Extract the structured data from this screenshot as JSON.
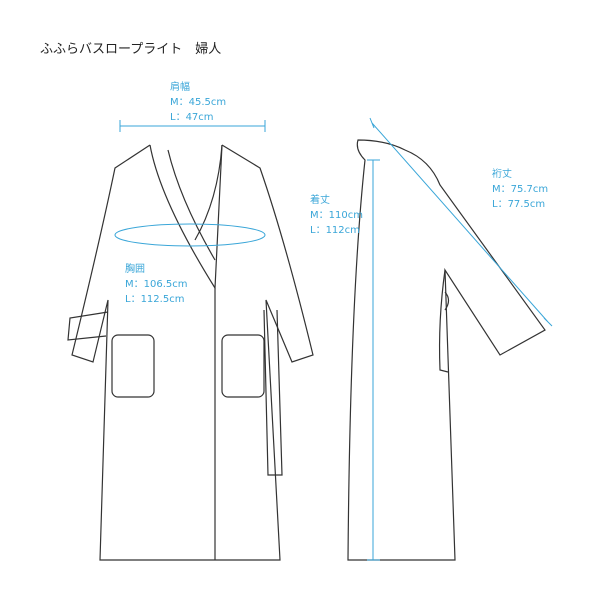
{
  "title": "ふふらバスロープライト　婦人",
  "measurements": {
    "shoulder": {
      "label": "肩幅",
      "m": "M：45.5cm",
      "l": "L：47cm"
    },
    "chest": {
      "label": "胸囲",
      "m": "M：106.5cm",
      "l": "L：112.5cm"
    },
    "length": {
      "label": "着丈",
      "m": "M：110cm",
      "l": "L：112cm"
    },
    "sleeve": {
      "label": "裄丈",
      "m": "M：75.7cm",
      "l": "L：77.5cm"
    }
  },
  "colors": {
    "measure": "#3aa6d8",
    "outline": "#333333"
  }
}
